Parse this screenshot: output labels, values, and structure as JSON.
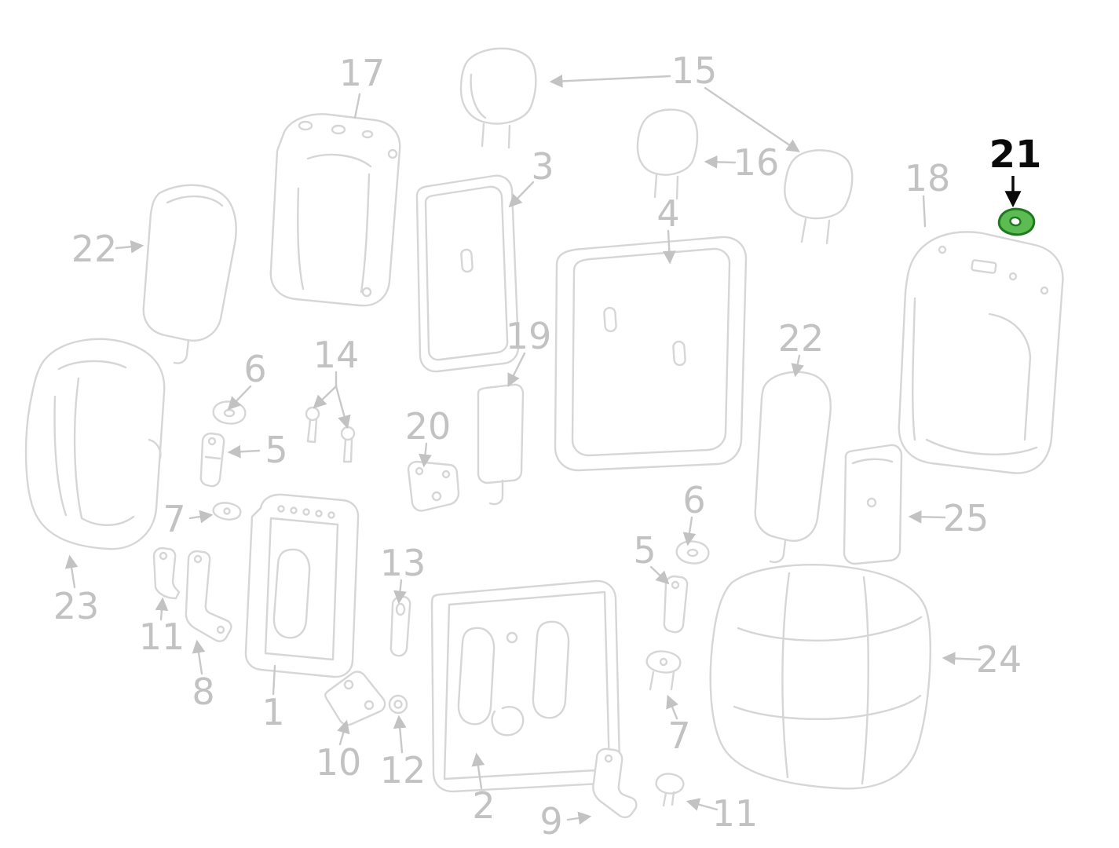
{
  "figure": {
    "type": "parts-diagram",
    "subject": "rear-seat-assembly-exploded-view",
    "background_color": "#ffffff",
    "line_color": "#d6d6d6",
    "label_color": "#c2c2c2",
    "highlight": {
      "part_label": "21",
      "part_fill": "#5cbb52",
      "part_stroke": "#1d7a1d",
      "label_color": "#0a0a0a"
    },
    "labels": [
      {
        "text": "17",
        "highlighted": false
      },
      {
        "text": "15",
        "highlighted": false
      },
      {
        "text": "3",
        "highlighted": false
      },
      {
        "text": "16",
        "highlighted": false
      },
      {
        "text": "21",
        "highlighted": true
      },
      {
        "text": "18",
        "highlighted": false
      },
      {
        "text": "22",
        "highlighted": false
      },
      {
        "text": "4",
        "highlighted": false
      },
      {
        "text": "22",
        "highlighted": false
      },
      {
        "text": "19",
        "highlighted": false
      },
      {
        "text": "6",
        "highlighted": false
      },
      {
        "text": "14",
        "highlighted": false
      },
      {
        "text": "5",
        "highlighted": false
      },
      {
        "text": "20",
        "highlighted": false
      },
      {
        "text": "6",
        "highlighted": false
      },
      {
        "text": "25",
        "highlighted": false
      },
      {
        "text": "7",
        "highlighted": false
      },
      {
        "text": "13",
        "highlighted": false
      },
      {
        "text": "5",
        "highlighted": false
      },
      {
        "text": "23",
        "highlighted": false
      },
      {
        "text": "11",
        "highlighted": false
      },
      {
        "text": "8",
        "highlighted": false
      },
      {
        "text": "1",
        "highlighted": false
      },
      {
        "text": "24",
        "highlighted": false
      },
      {
        "text": "7",
        "highlighted": false
      },
      {
        "text": "10",
        "highlighted": false
      },
      {
        "text": "12",
        "highlighted": false
      },
      {
        "text": "2",
        "highlighted": false
      },
      {
        "text": "9",
        "highlighted": false
      },
      {
        "text": "11",
        "highlighted": false
      }
    ]
  }
}
